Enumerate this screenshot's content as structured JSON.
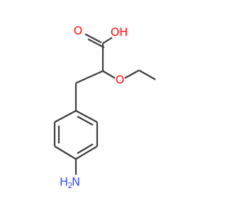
{
  "molecule": {
    "atoms": {
      "hydroxyl": {
        "label": "OH",
        "color": "#ff0d0d"
      },
      "carbonyl_oxygen": {
        "label": "O",
        "color": "#ff0d0d"
      },
      "ether_oxygen": {
        "label": "O",
        "color": "#ff0d0d"
      },
      "amine_nitrogen": {
        "label": "N",
        "color": "#3050f8"
      },
      "amine_hydrogen": {
        "label": "H",
        "color": "#3050f8"
      },
      "amine_subscript": {
        "label": "2",
        "color": "#3050f8"
      }
    },
    "bond_color": "#3c3c3c"
  }
}
